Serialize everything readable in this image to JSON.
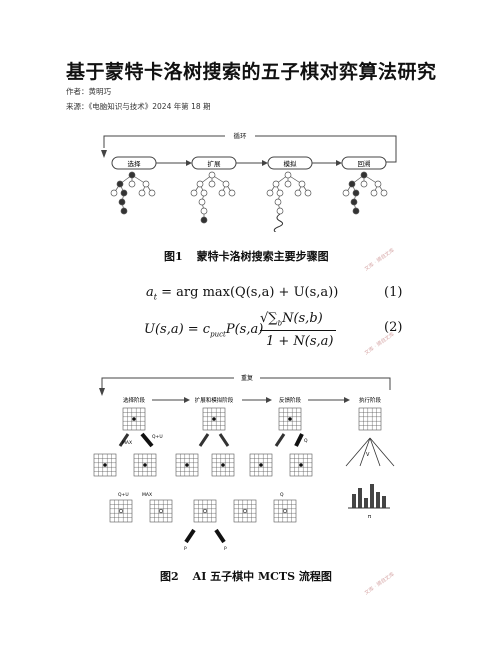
{
  "paper": {
    "title": "基于蒙特卡洛树搜索的五子棋对弈算法研究",
    "author_line": "作者：黄明巧",
    "source_line": "来源：《电脑知识与技术》2024 年第 18 期"
  },
  "figure1": {
    "loop_label": "循环",
    "stages": [
      "选择",
      "扩展",
      "模拟",
      "回溯"
    ],
    "caption_num": "图1",
    "caption_text": "蒙特卡洛树搜索主要步骤图"
  },
  "equations": {
    "eq1_lhs": "a",
    "eq1_sub": "t",
    "eq1_rhs": "= arg max(Q(s,a) + U(s,a))",
    "eq1_num": "(1)",
    "eq2_lhs": "U(s,a) = c",
    "eq2_sub": "puct",
    "eq2_mid": "P(s,a)",
    "eq2_numer": "N(s,b)",
    "eq2_sum_sub": "b",
    "eq2_denom": "1 + N(s,a)",
    "eq2_num": "(2)"
  },
  "figure2": {
    "loop_label": "重复",
    "stages": [
      "选择阶段",
      "扩展和模拟阶段",
      "反馈阶段",
      "执行阶段"
    ],
    "labels": {
      "q_u": "Q+U",
      "max1": "MAX",
      "max2": "MAX",
      "q_u2": "Q+U",
      "q1": "Q",
      "q2": "Q",
      "p1": "P",
      "p2": "P",
      "v": "V",
      "pi": "π"
    },
    "caption_num": "图2",
    "caption_text": "AI 五子棋中 MCTS 流程图"
  },
  "stamps": [
    "文库 · 摘自文库",
    "文库 · 摘自文库",
    "文库 · 摘自文库"
  ]
}
